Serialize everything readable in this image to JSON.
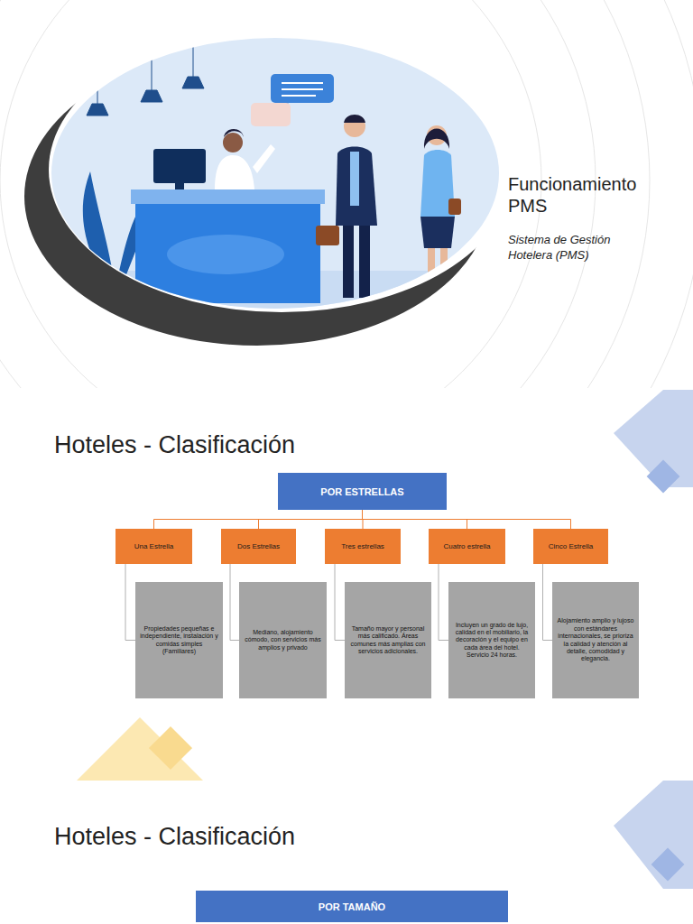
{
  "diagram": {
    "title": "Funcionamiento PMS",
    "nodes": [
      {
        "text": [
          "POR ESTRELLAS"
        ]
      },
      {
        "text": [
          "Una Estrella"
        ]
      },
      {
        "text": [
          "Dos Estrellas"
        ]
      },
      {
        "text": [
          "Tres estrellas"
        ]
      },
      {
        "text": [
          "Cuatro estrella"
        ]
      },
      {
        "text": [
          "Cinco Estrella"
        ]
      },
      {
        "text": [
          "Propiedades pequeñas e independiente, instalación y comidas simples (Familiares)"
        ]
      },
      {
        "text": [
          "Mediano, alojamiento cómodo, con servicios más amplios y privado"
        ]
      },
      {
        "text": [
          "Tamaño mayor y personal más calificado. Áreas comunes más amplias con servicios adicionales."
        ]
      },
      {
        "text": [
          "Incluyen un grado de lujo, calidad en el mobiliario, la decoración y el equipo en cada área del hotel. Servicio 24 horas."
        ]
      },
      {
        "text": [
          "Alojamiento amplio y lujoso con estándares internacionales, se prioriza la calidad y atención al detalle, comodidad y elegancia."
        ]
      },
      {
        "text": [
          "POR TAMAÑO"
        ]
      }
    ],
    "edges": [
      {
        "from": 0,
        "to": 1,
        "arrow": "none"
      },
      {
        "from": 0,
        "to": 2,
        "arrow": "none"
      },
      {
        "from": 0,
        "to": 3,
        "arrow": "none"
      },
      {
        "from": 0,
        "to": 4,
        "arrow": "none"
      },
      {
        "from": 0,
        "to": 5,
        "arrow": "none"
      },
      {
        "from": 1,
        "to": 6,
        "arrow": "none"
      },
      {
        "from": 2,
        "to": 7,
        "arrow": "none"
      },
      {
        "from": 3,
        "to": 8,
        "arrow": "none"
      },
      {
        "from": 4,
        "to": 9,
        "arrow": "none"
      },
      {
        "from": 5,
        "to": 10,
        "arrow": "none"
      }
    ],
    "labels": [
      "Sistema de Gestión Hotelera (PMS)",
      "Hoteles - Clasificación",
      "Hoteles - Clasificación"
    ]
  }
}
